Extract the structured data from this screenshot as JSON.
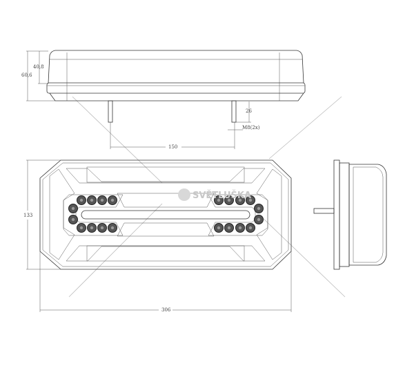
{
  "drawing": {
    "top_view": {
      "dim_height_body": "40,8",
      "dim_height_total": "60,6",
      "dim_stud_length": "26",
      "stud_thread": "M8(2x)",
      "dim_stud_spacing": "150"
    },
    "front_view": {
      "dim_height": "133",
      "dim_width": "306"
    },
    "watermark": "SVĚTLUŠKA",
    "colors": {
      "line": "#333333",
      "led": "#555555",
      "watermark": "#c8c8c8"
    }
  }
}
